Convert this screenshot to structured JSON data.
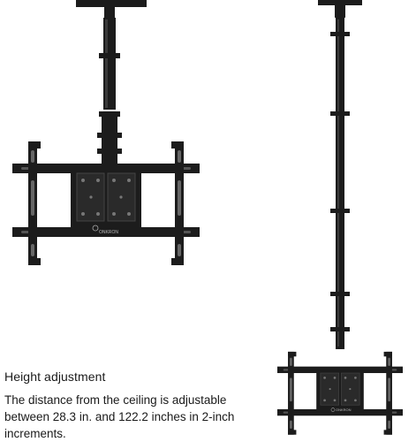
{
  "caption": {
    "title": "Height adjustment",
    "body": "The distance from the ceiling is adjustable between 28.3 in. and 122.2 inches in 2-inch increments."
  },
  "brand_mark": "ONKRON",
  "colors": {
    "metal": "#1c1c1c",
    "highlight": "#3a3a3a",
    "background": "#ffffff"
  }
}
